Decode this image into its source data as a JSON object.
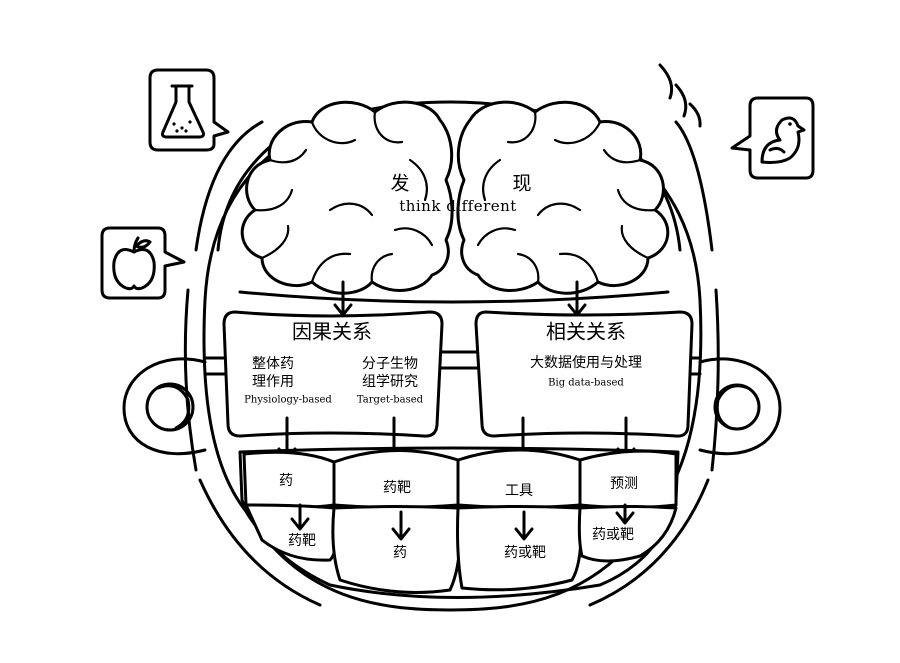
{
  "brain": {
    "left_char": "发",
    "right_char": "现",
    "subtitle": "think different"
  },
  "causal": {
    "title": "因果关系",
    "left_line1": "整体药",
    "left_line2": "理作用",
    "left_en": "Physiology-based",
    "right_line1": "分子生物",
    "right_line2": "组学研究",
    "right_en": "Target-based"
  },
  "correlation": {
    "title": "相关关系",
    "line1": "大数据使用与处理",
    "en": "Big data-based"
  },
  "teeth": {
    "t1_top": "药",
    "t1_bottom": "药靶",
    "t2_top": "药靶",
    "t2_bottom": "药",
    "t3_top": "工具",
    "t3_bottom": "药或靶",
    "t4_top": "预测",
    "t4_bottom": "药或靶"
  },
  "icons": [
    "flask-icon",
    "bird-icon",
    "apple-icon"
  ]
}
